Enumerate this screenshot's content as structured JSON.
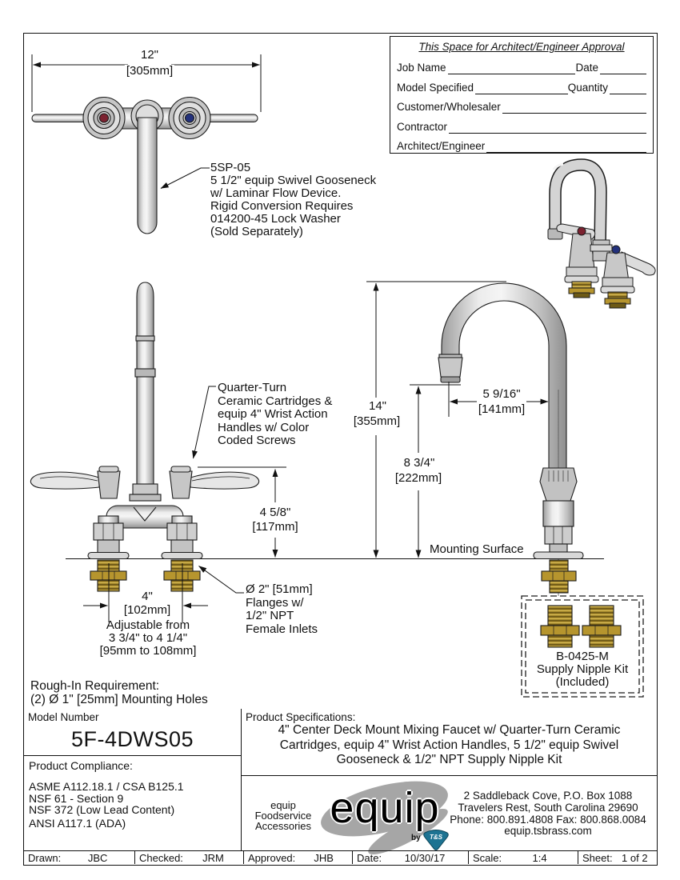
{
  "approval": {
    "title": "This Space for Architect/Engineer Approval",
    "rows": [
      {
        "label": "Job Name",
        "label2": "Date"
      },
      {
        "label": "Model Specified",
        "label2": "Quantity"
      },
      {
        "label": "Customer/Wholesaler"
      },
      {
        "label": "Contractor"
      },
      {
        "label": "Architect/Engineer"
      }
    ]
  },
  "annotations": {
    "top_width_in": "12\"",
    "top_width_mm": "[305mm]",
    "spout_note": [
      "5SP-05",
      "5 1/2\" equip Swivel Gooseneck",
      "w/ Laminar Flow Device.",
      "Rigid Conversion Requires",
      "014200-45 Lock Washer",
      "(Sold Separately)"
    ],
    "cartridge_note": [
      "Quarter-Turn",
      "Ceramic Cartridges &",
      "equip 4\" Wrist Action",
      "Handles w/ Color",
      "Coded Screws"
    ],
    "deck_height_in": "4 5/8\"",
    "deck_height_mm": "[117mm]",
    "centers_in": "4\"",
    "centers_mm": "[102mm]",
    "adjustable": [
      "Adjustable from",
      "3 3/4\" to 4 1/4\"",
      "[95mm to 108mm]"
    ],
    "flange_note": [
      "Ø 2\" [51mm]",
      "Flanges w/",
      "1/2\" NPT",
      "Female Inlets"
    ],
    "rough_in": [
      "Rough-In Requirement:",
      "(2) Ø 1\" [25mm] Mounting Holes"
    ],
    "height_in": "14\"",
    "height_mm": "[355mm]",
    "spout_height_in": "8 3/4\"",
    "spout_height_mm": "[222mm]",
    "reach_in": "5 9/16\"",
    "reach_mm": "[141mm]",
    "mounting_surface": "Mounting Surface",
    "kit_note": [
      "B-0425-M",
      "Supply Nipple Kit",
      "(Included)"
    ]
  },
  "title_block": {
    "model_number_label": "Model Number",
    "model_number": "5F-4DWS05",
    "compliance_label": "Product Compliance:",
    "compliance": [
      "ASME A112.18.1 / CSA B125.1",
      "NSF 61 - Section 9",
      "NSF 372 (Low Lead Content)",
      "ANSI A117.1 (ADA)"
    ],
    "specs_label": "Product Specifications:",
    "specs_lines": [
      "4\" Center Deck Mount Mixing Faucet w/ Quarter-Turn Ceramic",
      "Cartridges, equip 4\" Wrist Action Handles, 5 1/2\" equip Swivel",
      "Gooseneck & 1/2\" NPT Supply Nipple Kit"
    ],
    "brand": {
      "tagline": [
        "equip",
        "Foodservice",
        "Accessories"
      ],
      "logo_text": "equip",
      "logo_by": "by",
      "logo_shield": "T&S",
      "address": [
        "2 Saddleback Cove, P.O. Box 1088",
        "Travelers Rest, South Carolina 29690",
        "Phone: 800.891.4808  Fax: 800.868.0084",
        "equip.tsbrass.com"
      ]
    },
    "footer": [
      {
        "label": "Drawn:",
        "value": "JBC"
      },
      {
        "label": "Checked:",
        "value": "JRM"
      },
      {
        "label": "Approved:",
        "value": "JHB"
      },
      {
        "label": "Date:",
        "value": "10/30/17"
      },
      {
        "label": "Scale:",
        "value": "1:4"
      },
      {
        "label": "Sheet:",
        "value": "1  of  2"
      }
    ]
  },
  "colors": {
    "line": "#1c1c1c",
    "steel": "#d2d2d2",
    "brass": "#b6952e",
    "hot_red": "#7c2230",
    "cold_blue": "#23317c",
    "shield_teal": "#1d7392"
  }
}
